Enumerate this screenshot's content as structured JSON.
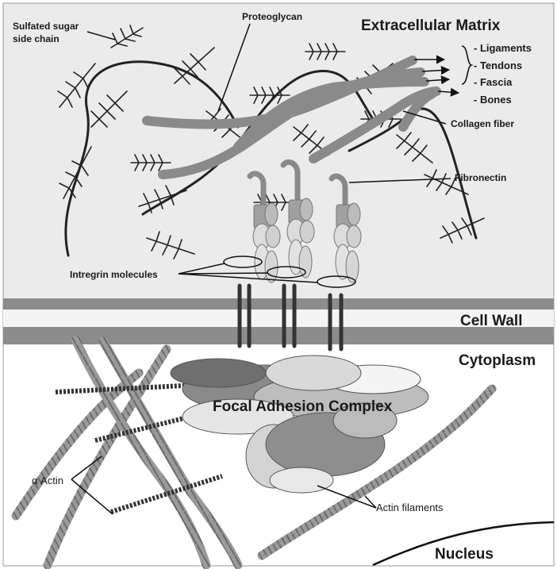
{
  "labels": {
    "sugar_chain_1": "Sulfated sugar",
    "sugar_chain_2": "side chain",
    "proteoglycan": "Proteoglycan",
    "ecm": "Extracellular Matrix",
    "tissues": [
      "- Ligaments",
      "- Tendons",
      "- Fascia",
      "- Bones"
    ],
    "collagen": "Collagen fiber",
    "fibronectin": "Fibronectin",
    "integrin": "Intregrin molecules",
    "cell_wall": "Cell Wall",
    "cytoplasm": "Cytoplasm",
    "focal": "Focal Adhesion Complex",
    "alpha_actin": "α Actin",
    "actin_filaments": "Actin filaments",
    "nucleus": "Nucleus"
  },
  "colors": {
    "ecm_background": "#ebebeb",
    "membrane": "#8c8c8c",
    "collagen": "#8a8a8a",
    "dark_line": "#222222",
    "actin": "#8f8f8f",
    "alpha_actin": "#333333"
  }
}
